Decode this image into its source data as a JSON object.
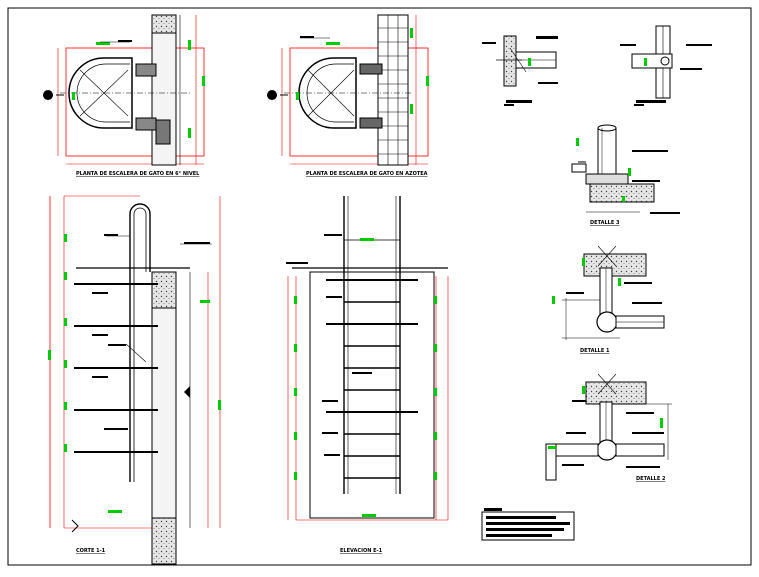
{
  "colors": {
    "line": "#000000",
    "dimension": "#ff0000",
    "accent": "#00cc00",
    "hatch": "#555555",
    "paper": "#ffffff"
  },
  "views": {
    "plan_level": "PLANTA DE ESCALERA DE GATO EN 6° NIVEL",
    "plan_roof": "PLANTA DE ESCALERA DE GATO EN AZOTEA",
    "section": "CORTE 1-1",
    "elevation": "ELEVACION E-1",
    "detail_1": "DETALLE 1",
    "detail_2": "DETALLE 2",
    "detail_3": "DETALLE 3"
  }
}
